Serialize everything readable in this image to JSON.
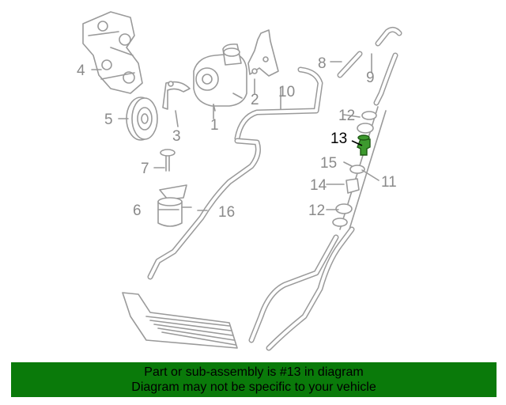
{
  "diagram": {
    "callouts": [
      "1",
      "2",
      "3",
      "4",
      "5",
      "6",
      "7",
      "8",
      "9",
      "10",
      "11",
      "12",
      "12",
      "13",
      "14",
      "15",
      "16"
    ],
    "highlight": "13",
    "highlight_color": "#3d9a2e"
  },
  "banner": {
    "line1": "Part or sub-assembly is #13 in diagram",
    "line2": "Diagram may not be specific to your vehicle",
    "background": "#0a7a0a"
  }
}
